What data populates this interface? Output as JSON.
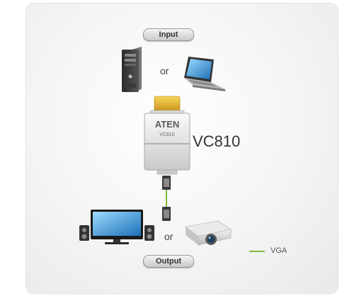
{
  "labels": {
    "input": "Input",
    "output": "Output",
    "or_top": "or",
    "or_bottom": "or",
    "model": "VC810",
    "legend_vga": "VGA"
  },
  "device": {
    "brand": "ATEN",
    "model": "VC810"
  },
  "colors": {
    "vga_cable": "#7dbb3d",
    "hdmi_gold": "#e8b72a"
  },
  "icons": [
    "desktop-tower-icon",
    "laptop-icon",
    "converter-device-icon",
    "vga-connector-icon",
    "monitor-icon",
    "speaker-icon",
    "projector-icon"
  ]
}
